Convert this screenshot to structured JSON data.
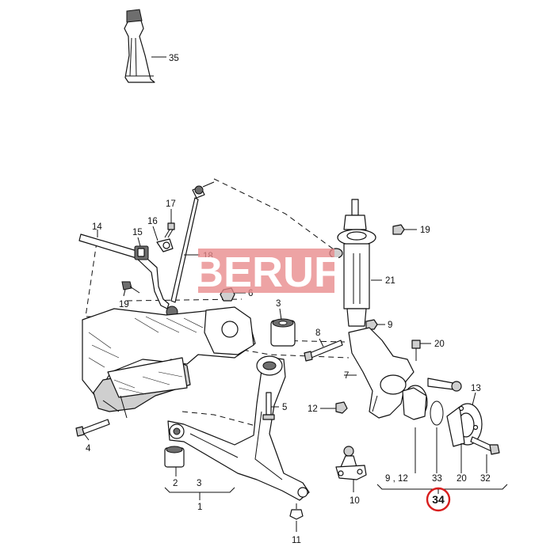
{
  "watermark": {
    "text": "BERUF",
    "color": "#e8898b"
  },
  "highlight": {
    "label": "34",
    "ring_color": "#d81e1e"
  },
  "callouts": {
    "c35": "35",
    "c17": "17",
    "c16": "16",
    "c15": "15",
    "c14": "14",
    "c18": "18",
    "c19a": "19",
    "c19b": "19",
    "c6": "6",
    "c3": "3",
    "c21": "21",
    "c9": "9",
    "c8": "8",
    "c20": "20",
    "c7": "7",
    "c13": "13",
    "c5": "5",
    "c12": "12",
    "c4": "4",
    "c2": "2",
    "c3b": "3",
    "c1": "1",
    "c10": "10",
    "c11": "11"
  },
  "bracket_group": {
    "labels": [
      "9 , 12",
      "33",
      "20",
      "32"
    ]
  }
}
